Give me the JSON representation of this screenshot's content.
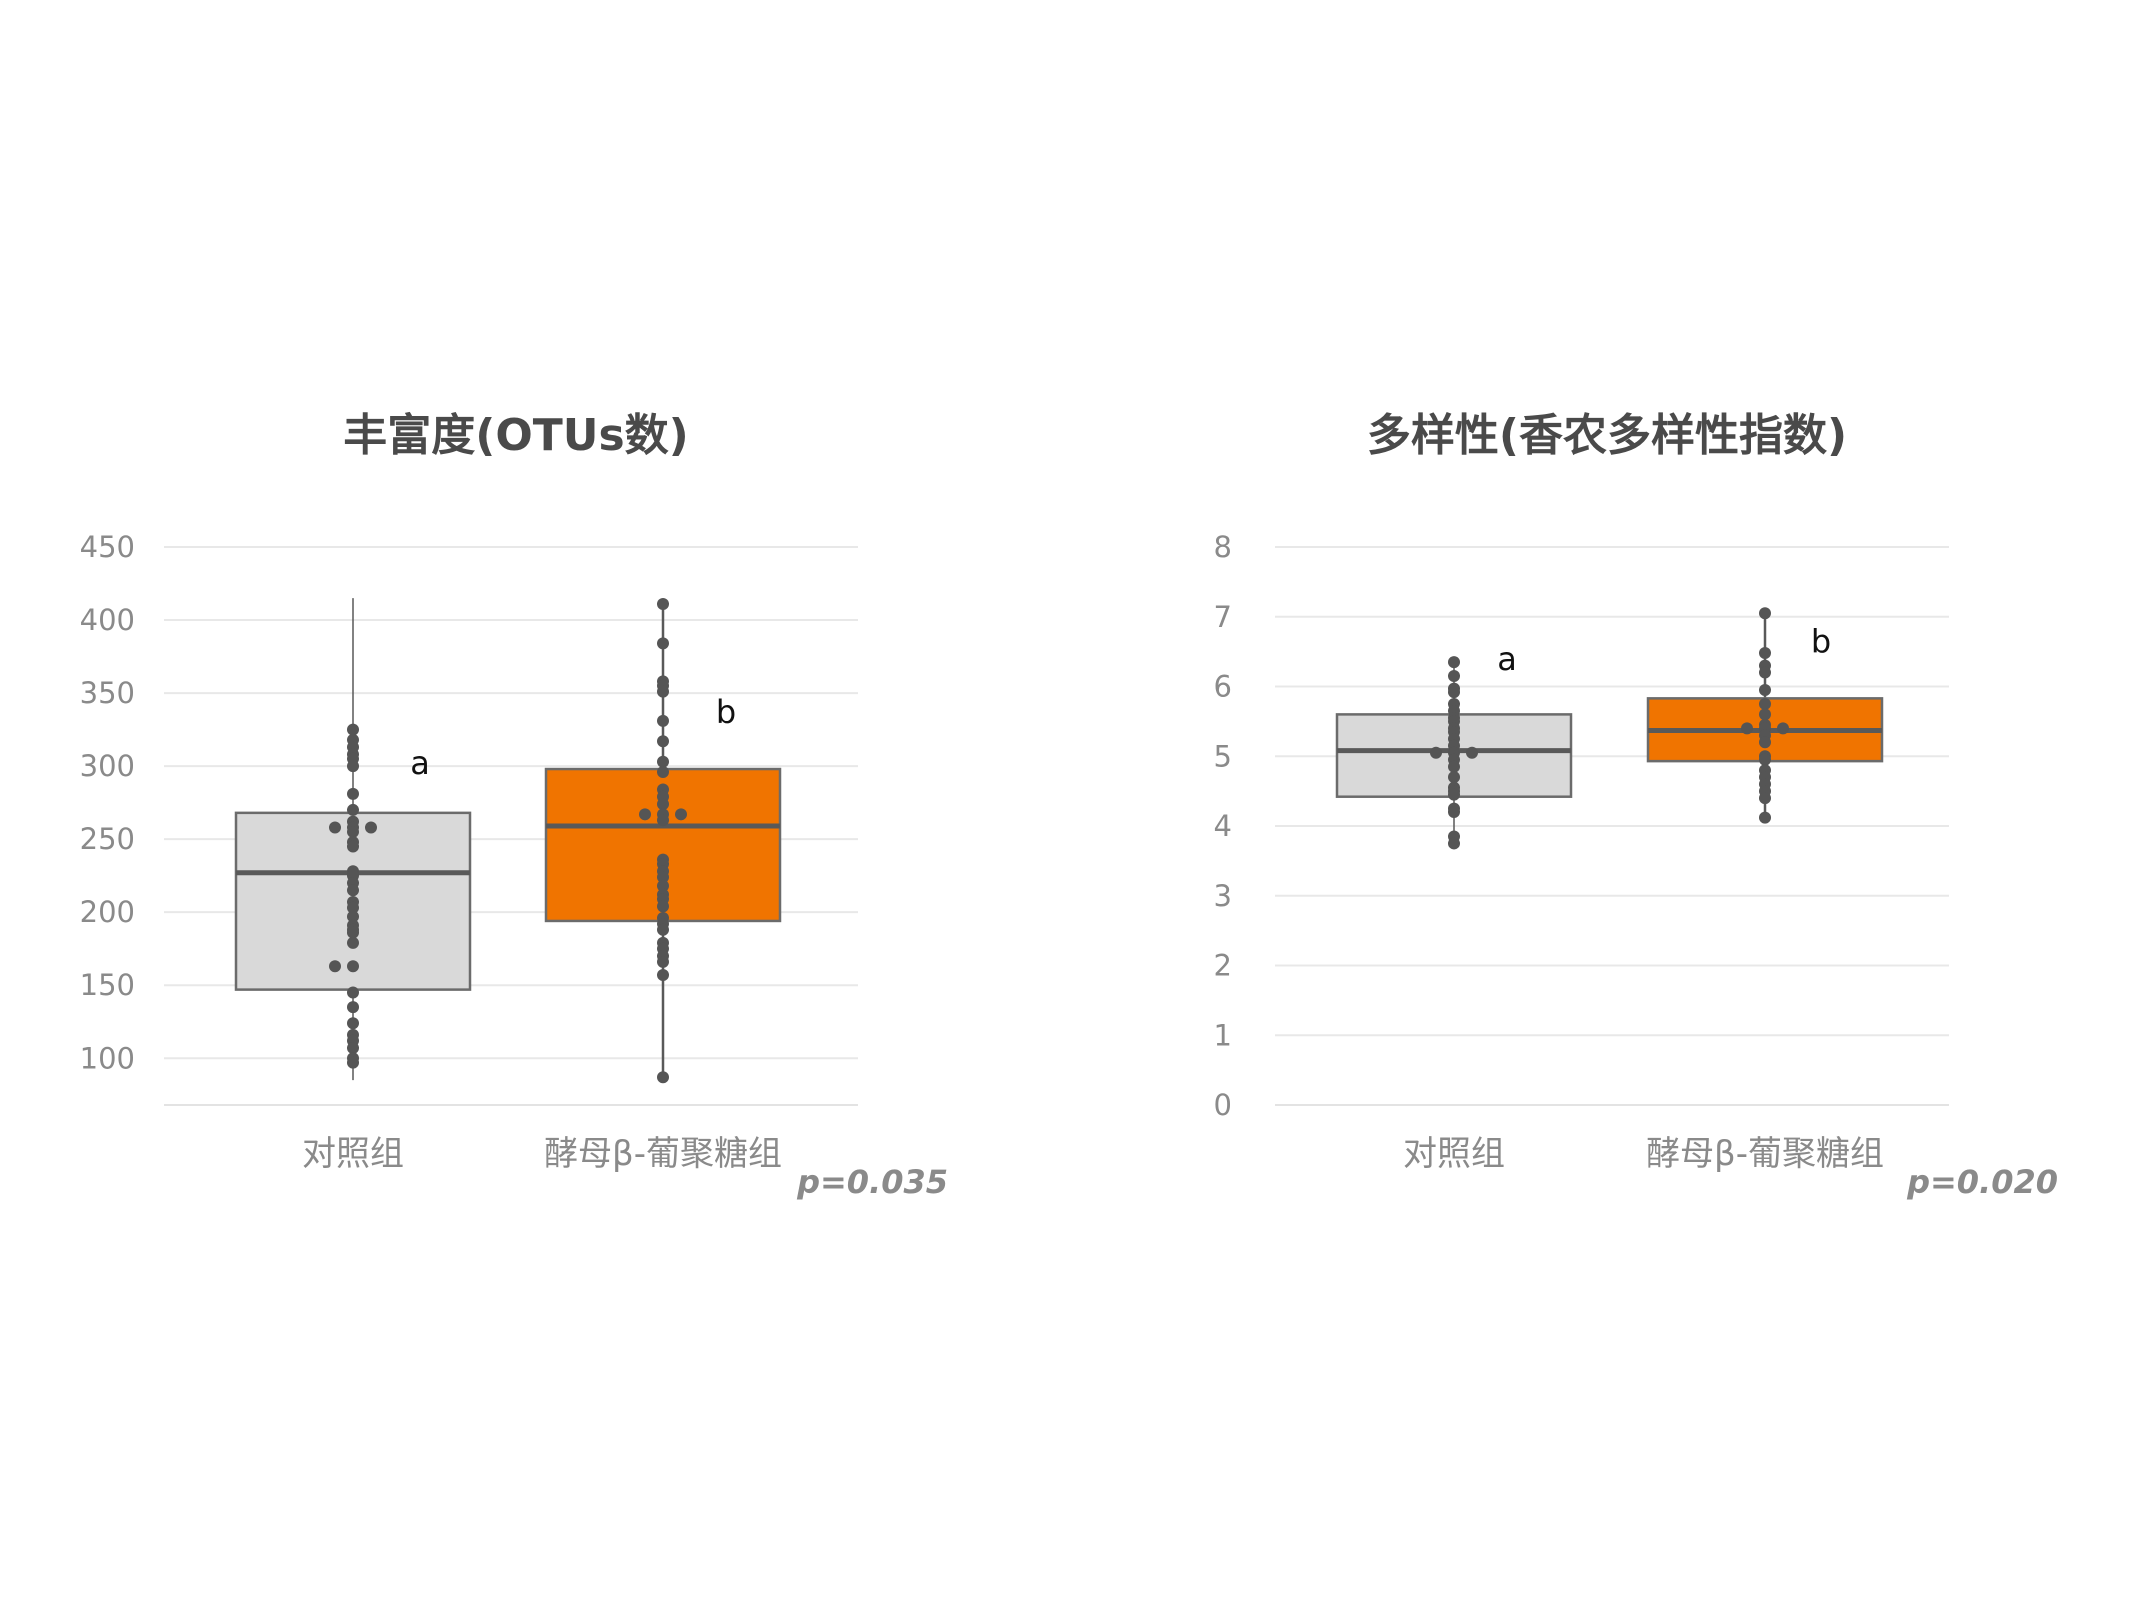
{
  "chart_data": [
    {
      "type": "box",
      "title": "丰富度(OTUs数)",
      "xlabel": "",
      "ylabel": "",
      "ylim": [
        68,
        450
      ],
      "yticks": [
        100,
        150,
        200,
        250,
        300,
        350,
        400,
        450
      ],
      "grid": true,
      "categories": [
        "对照组",
        "酵母β-葡聚糖组"
      ],
      "colors": [
        "#d9d9d9",
        "#f07400"
      ],
      "significance_letters": [
        "a",
        "b"
      ],
      "p_value": "p=0.035",
      "boxes": [
        {
          "min": 85,
          "q1": 147,
          "median": 227,
          "q3": 268,
          "max": 415
        },
        {
          "min": 87,
          "q1": 194,
          "median": 259,
          "q3": 298,
          "max": 411
        }
      ],
      "points": [
        [
          325,
          318,
          313,
          308,
          305,
          300,
          281,
          270,
          262,
          258,
          258,
          258,
          255,
          248,
          245,
          228,
          225,
          220,
          215,
          207,
          203,
          197,
          191,
          188,
          186,
          179,
          163,
          163,
          145,
          135,
          124,
          116,
          112,
          107,
          100,
          97
        ],
        [
          411,
          384,
          358,
          355,
          351,
          331,
          317,
          303,
          296,
          284,
          279,
          274,
          267,
          267,
          267,
          263,
          236,
          233,
          228,
          224,
          218,
          212,
          209,
          204,
          196,
          192,
          188,
          179,
          175,
          170,
          166,
          157,
          87
        ]
      ]
    },
    {
      "type": "box",
      "title": "多样性(香农多样性指数)",
      "xlabel": "",
      "ylabel": "",
      "ylim": [
        0,
        8
      ],
      "yticks": [
        0,
        1,
        2,
        3,
        4,
        5,
        6,
        7,
        8
      ],
      "grid": true,
      "categories": [
        "对照组",
        "酵母β-葡聚糖组"
      ],
      "colors": [
        "#d9d9d9",
        "#f07400"
      ],
      "significance_letters": [
        "a",
        "b"
      ],
      "p_value": "p=0.020",
      "boxes": [
        {
          "min": 3.72,
          "q1": 4.42,
          "median": 5.08,
          "q3": 5.6,
          "max": 6.35
        },
        {
          "min": 4.1,
          "q1": 4.93,
          "median": 5.37,
          "q3": 5.83,
          "max": 7.1
        }
      ],
      "points": [
        [
          6.35,
          6.15,
          5.97,
          5.92,
          5.75,
          5.65,
          5.55,
          5.5,
          5.4,
          5.35,
          5.25,
          5.15,
          5.05,
          5.05,
          5.05,
          4.95,
          4.85,
          4.7,
          4.55,
          4.5,
          4.45,
          4.25,
          4.2,
          3.85,
          3.75
        ],
        [
          7.05,
          6.48,
          6.3,
          6.2,
          5.95,
          5.75,
          5.6,
          5.45,
          5.4,
          5.4,
          5.4,
          5.3,
          5.2,
          5.0,
          4.95,
          4.8,
          4.7,
          4.6,
          4.5,
          4.4,
          4.12
        ]
      ]
    }
  ]
}
